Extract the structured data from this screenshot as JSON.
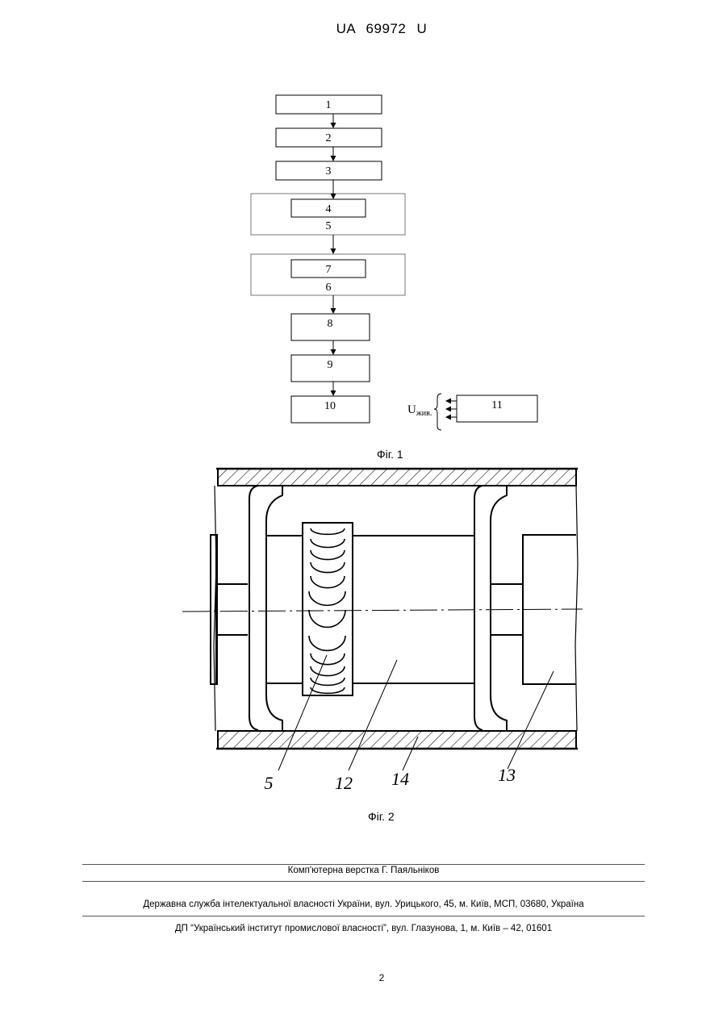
{
  "header": {
    "doc_number": "UA   69972   U"
  },
  "figure1": {
    "blocks": [
      "1",
      "2",
      "3",
      "4",
      "5",
      "7",
      "6",
      "8",
      "9",
      "10",
      "11"
    ],
    "supply_label_main": "U",
    "supply_label_sub": "жив.",
    "caption": "Фіг. 1"
  },
  "figure2": {
    "callouts": [
      "5",
      "12",
      "14",
      "13"
    ],
    "caption": "Фіг. 2"
  },
  "footer": {
    "typesetting": "Комп'ютерна верстка Г. Паяльніков",
    "agency": "Державна служба інтелектуальної власності України, вул. Урицького, 45, м. Київ, МСП, 03680, Україна",
    "institute": "ДП “Український інститут промислової власності”, вул. Глазунова, 1, м. Київ – 42, 01601"
  },
  "page_number": "2"
}
